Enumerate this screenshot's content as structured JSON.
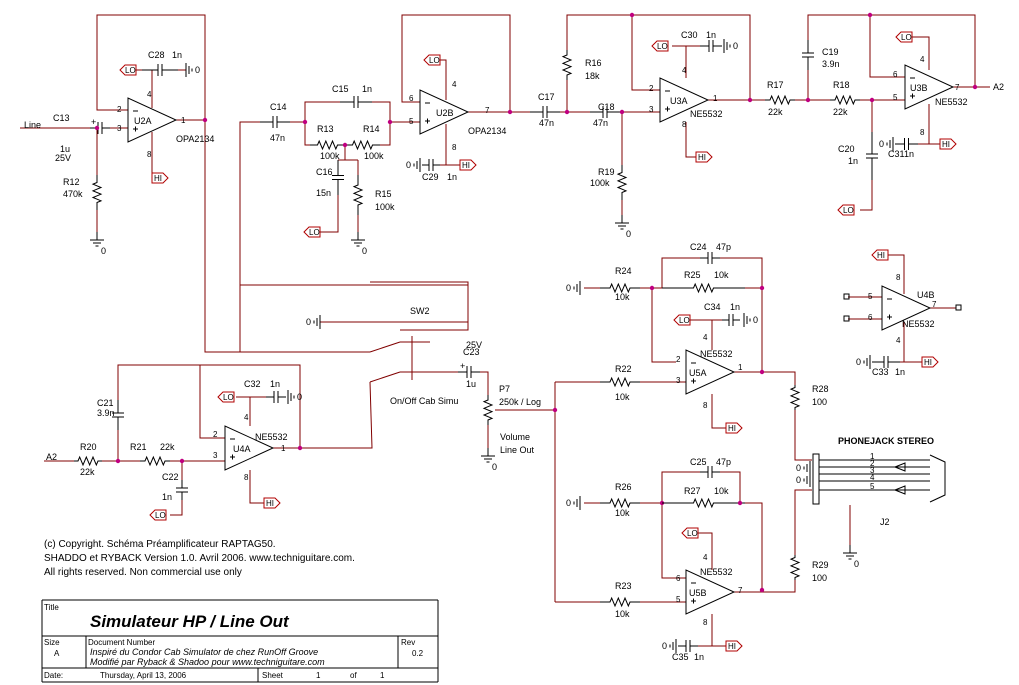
{
  "components": {
    "U2A": {
      "ref": "U2A",
      "part": "OPA2134"
    },
    "U2B": {
      "ref": "U2B",
      "part": "OPA2134"
    },
    "U3A": {
      "ref": "U3A",
      "part": "NE5532"
    },
    "U3B": {
      "ref": "U3B",
      "part": "NE5532"
    },
    "U4A": {
      "ref": "U4A",
      "part": "NE5532"
    },
    "U4B": {
      "ref": "U4B",
      "part": "NE5532"
    },
    "U5A": {
      "ref": "U5A",
      "part": "NE5532"
    },
    "U5B": {
      "ref": "U5B",
      "part": "NE5532"
    },
    "C13": {
      "ref": "C13",
      "value": "1u",
      "value2": "25V"
    },
    "C14": {
      "ref": "C14",
      "value": "47n"
    },
    "C15": {
      "ref": "C15",
      "value": "1n"
    },
    "C16": {
      "ref": "C16",
      "value": "15n"
    },
    "C17": {
      "ref": "C17",
      "value": "47n"
    },
    "C18": {
      "ref": "C18",
      "value": "47n"
    },
    "C19": {
      "ref": "C19",
      "value": "3.9n"
    },
    "C20": {
      "ref": "C20",
      "value": "1n"
    },
    "C21": {
      "ref": "C21",
      "value": "3.9n"
    },
    "C22": {
      "ref": "C22",
      "value": "1n"
    },
    "C23": {
      "ref": "C23",
      "value": "1u",
      "value2": "25V"
    },
    "C24": {
      "ref": "C24",
      "value": "47p"
    },
    "C25": {
      "ref": "C25",
      "value": "47p"
    },
    "C28": {
      "ref": "C28",
      "value": "1n"
    },
    "C29": {
      "ref": "C29",
      "value": "1n"
    },
    "C30": {
      "ref": "C30",
      "value": "1n"
    },
    "C31": {
      "ref": "C31",
      "value": "1n"
    },
    "C32": {
      "ref": "C32",
      "value": "1n"
    },
    "C33": {
      "ref": "C33",
      "value": "1n"
    },
    "C34": {
      "ref": "C34",
      "value": "1n"
    },
    "C35": {
      "ref": "C35",
      "value": "1n"
    },
    "R12": {
      "ref": "R12",
      "value": "470k"
    },
    "R13": {
      "ref": "R13",
      "value": "100k"
    },
    "R14": {
      "ref": "R14",
      "value": "100k"
    },
    "R15": {
      "ref": "R15",
      "value": "100k"
    },
    "R16": {
      "ref": "R16",
      "value": "18k"
    },
    "R17": {
      "ref": "R17",
      "value": "22k"
    },
    "R18": {
      "ref": "R18",
      "value": "22k"
    },
    "R19": {
      "ref": "R19",
      "value": "100k"
    },
    "R20": {
      "ref": "R20",
      "value": "22k"
    },
    "R21": {
      "ref": "R21",
      "value": "22k"
    },
    "R22": {
      "ref": "R22",
      "value": "10k"
    },
    "R23": {
      "ref": "R23",
      "value": "10k"
    },
    "R24": {
      "ref": "R24",
      "value": "10k"
    },
    "R25": {
      "ref": "R25",
      "value": "10k"
    },
    "R26": {
      "ref": "R26",
      "value": "10k"
    },
    "R27": {
      "ref": "R27",
      "value": "10k"
    },
    "R28": {
      "ref": "R28",
      "value": "100"
    },
    "R29": {
      "ref": "R29",
      "value": "100"
    },
    "P7": {
      "ref": "P7",
      "value": "250k / Log"
    },
    "SW2": {
      "ref": "SW2",
      "label": "On/Off Cab Simu"
    },
    "J2": {
      "ref": "J2",
      "label": "PHONEJACK STEREO"
    }
  },
  "labels": {
    "line_in": "Line",
    "a2": "A2",
    "hi": "HI",
    "lo": "LO",
    "zero": "0",
    "volume": "Volume",
    "line_out": "Line Out",
    "pins": [
      "1",
      "2",
      "3",
      "4",
      "5",
      "6",
      "7",
      "8"
    ]
  },
  "notes": {
    "line1": "(c) Copyright. Schéma Préamplificateur RAPTAG50.",
    "line2": "SHADDO et RYBACK Version 1.0. Avril 2006. www.techniguitare.com.",
    "line3": "All rights reserved. Non commercial use only"
  },
  "title_block": {
    "title_label": "Title",
    "title": "Simulateur HP / Line Out",
    "size_label": "Size",
    "size": "A",
    "docnum_label": "Document Number",
    "doc_line1": "Inspiré du Condor Cab Simulator de chez  RunOff Groove",
    "doc_line2": "Modifié par Ryback & Shadoo pour www.techniguitare.com",
    "rev_label": "Rev",
    "rev": "0.2",
    "date_label": "Date:",
    "date": "Thursday, April 13, 2006",
    "sheet_label": "Sheet",
    "sheet": "1",
    "of_label": "of",
    "of": "1"
  },
  "colors": {
    "wire": "#800000",
    "junction": "#c00080",
    "tag": "#b00000",
    "ink": "#000000"
  }
}
